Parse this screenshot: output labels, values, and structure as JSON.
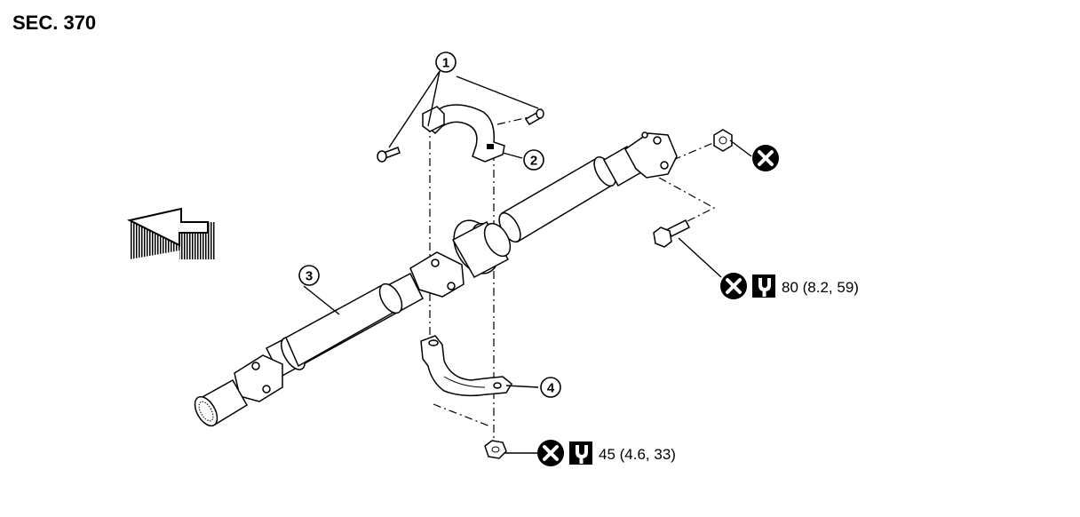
{
  "section_label": "SEC. 370",
  "callouts": [
    {
      "id": "clip-bolts",
      "number": "1"
    },
    {
      "id": "upper-bracket",
      "number": "2"
    },
    {
      "id": "propeller-shaft",
      "number": "3"
    },
    {
      "id": "lower-bracket",
      "number": "4"
    }
  ],
  "torque_specs": [
    {
      "id": "rear-flange-bolt",
      "text": "80 (8.2, 59)"
    },
    {
      "id": "center-bearing-nut",
      "text": "45 (4.6, 33)"
    }
  ],
  "icons": {
    "non_reusable": "non-reusable-x-icon",
    "torque": "torque-wrench-icon",
    "front_direction": "front-direction-arrow-icon"
  }
}
